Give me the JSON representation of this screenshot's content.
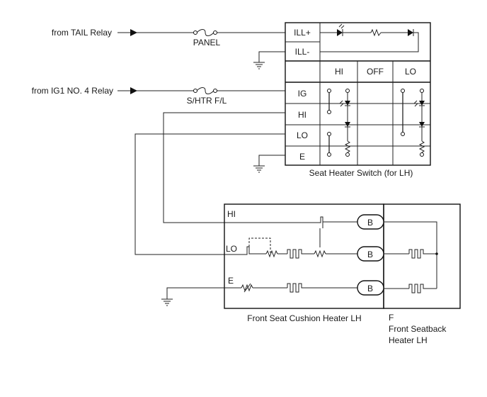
{
  "sources": {
    "tail_relay": "from TAIL Relay",
    "ig1_relay": "from IG1 NO. 4 Relay"
  },
  "fuses": {
    "panel": "PANEL",
    "shtr": "S/HTR F/L"
  },
  "switch": {
    "title": "Seat Heater Switch (for LH)",
    "terminals": [
      "ILL+",
      "ILL-",
      "IG",
      "HI",
      "LO",
      "E"
    ],
    "positions": [
      "HI",
      "OFF",
      "LO"
    ]
  },
  "cushion": {
    "title": "Front Seat Cushion Heater LH",
    "lines": [
      "HI",
      "LO",
      "E"
    ],
    "connector": "B"
  },
  "seatback": {
    "letter": "F",
    "title_line1": "Front Seatback",
    "title_line2": "Heater LH"
  }
}
